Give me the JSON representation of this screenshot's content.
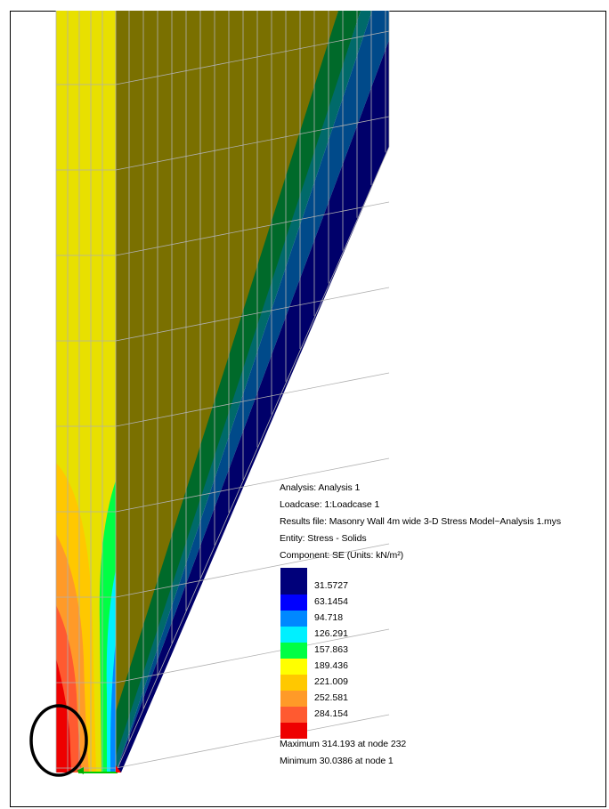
{
  "info": {
    "analysis": "Analysis: Analysis 1",
    "loadcase": "Loadcase: 1:Loadcase 1",
    "results_file": "Results file: Masonry Wall 4m wide 3-D Stress Model~Analysis 1.mys",
    "entity": "Entity: Stress - Solids",
    "component": "Component: SE (Units: kN/m²)"
  },
  "legend": [
    {
      "value": "31.5727",
      "color": "#00007a"
    },
    {
      "value": "63.1454",
      "color": "#0000ff"
    },
    {
      "value": "94.718",
      "color": "#0088ff"
    },
    {
      "value": "126.291",
      "color": "#00f0ff"
    },
    {
      "value": "157.863",
      "color": "#00ff44"
    },
    {
      "value": "189.436",
      "color": "#ffff00"
    },
    {
      "value": "221.009",
      "color": "#ffc800"
    },
    {
      "value": "252.581",
      "color": "#ff9a28"
    },
    {
      "value": "284.154",
      "color": "#ff5a30"
    },
    {
      "value": "",
      "color": "#ee0000"
    }
  ],
  "legend_dark_band": "#00007a",
  "summary": {
    "maximum": "Maximum 314.193 at node 232",
    "minimum": "Minimum 30.0386 at node 1"
  },
  "model_colors": {
    "front_face": "#e8e000",
    "olive_face": "#7a7000",
    "green_band": "#006a2a",
    "teal_band": "#006a6a",
    "blue_band": "#004a8a",
    "navy_band": "#00006a",
    "highlight_circle": "#000000"
  }
}
